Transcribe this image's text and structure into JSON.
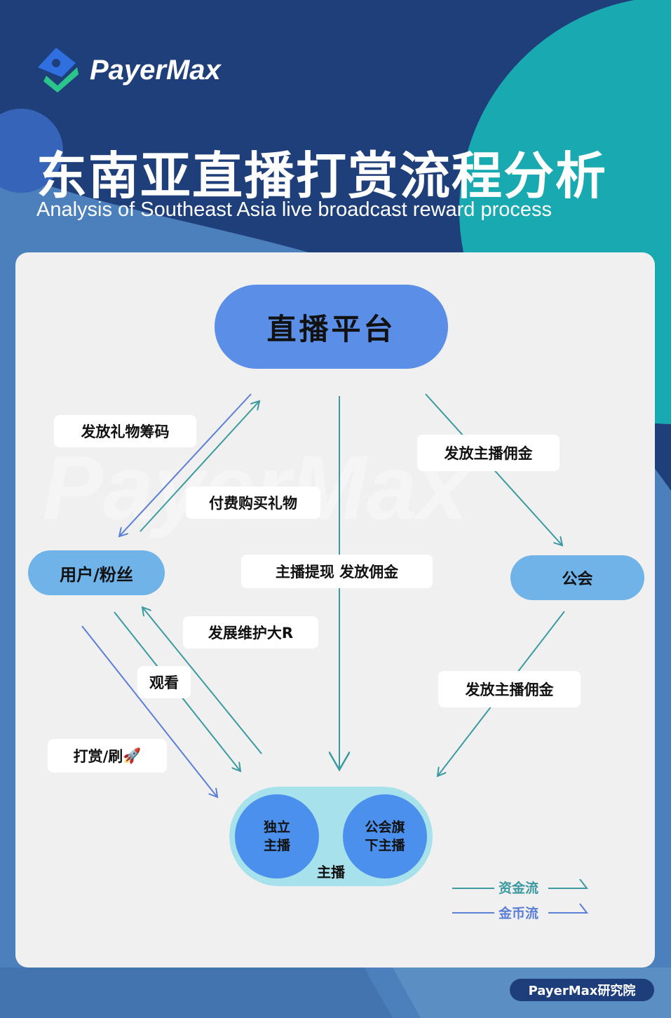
{
  "brand": {
    "name": "PayerMax",
    "watermark": "PayerMax"
  },
  "header": {
    "title": "东南亚直播打赏流程分析",
    "subtitle": "Analysis of Southeast Asia live broadcast reward process"
  },
  "nodes": {
    "platform": "直播平台",
    "user": "用户/粉丝",
    "guild": "公会",
    "anchor": "主播",
    "independent_anchor": [
      "独立",
      "主播"
    ],
    "guild_anchor": [
      "公会旗",
      "下主播"
    ]
  },
  "edges": {
    "issue_gift_chips": "发放礼物筹码",
    "pay_buy_gift": "付费购买礼物",
    "withdraw_commission": "主播提现  发放佣金",
    "issue_commission_guild": "发放主播佣金",
    "issue_commission_anchor": "发放主播佣金",
    "develop_big_r": "发展维护大R",
    "watch": "观看",
    "tip": "打赏/刷",
    "tip_emoji": "🚀"
  },
  "legend": {
    "money_flow": "资金流",
    "coin_flow": "金币流"
  },
  "colors": {
    "money_flow": "#3a9aa0",
    "coin_flow": "#5b7fd6",
    "background": "#1f3f7a",
    "accent_teal": "#19a9b0"
  },
  "footer": "PayerMax研究院"
}
